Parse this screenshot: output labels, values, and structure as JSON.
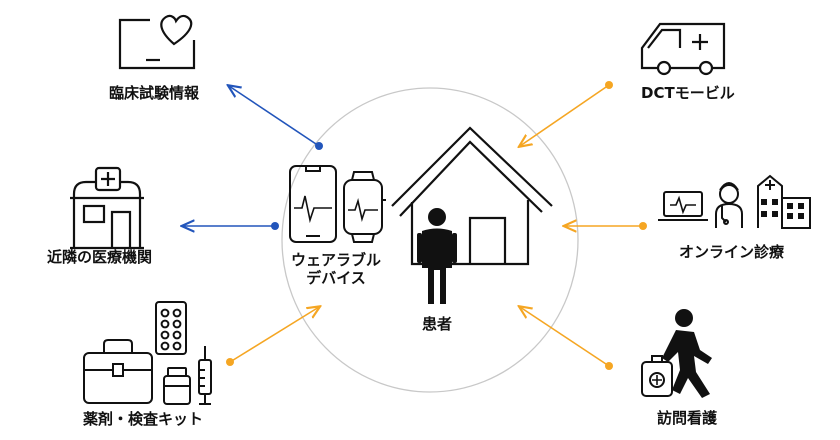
{
  "center": {
    "patient": "患者",
    "wearable": [
      "ウェアラブル",
      "デバイス"
    ]
  },
  "left_nodes": [
    {
      "label": "臨床試験情報",
      "icon": "heart-monitor-icon"
    },
    {
      "label": "近隣の医療機関",
      "icon": "clinic-icon"
    },
    {
      "label": "薬剤・検査キット",
      "icon": "medical-kit-icon"
    }
  ],
  "right_nodes": [
    {
      "label": "DCTモービル",
      "icon": "ambulance-icon"
    },
    {
      "label": "オンライン診療",
      "icon": "telemedicine-icon"
    },
    {
      "label": "訪問看護",
      "icon": "home-visit-nurse-icon"
    }
  ],
  "colors": {
    "blue": "#2255bb",
    "orange": "#f5a623",
    "circle": "#c8c8c8",
    "icon": "#111111"
  }
}
